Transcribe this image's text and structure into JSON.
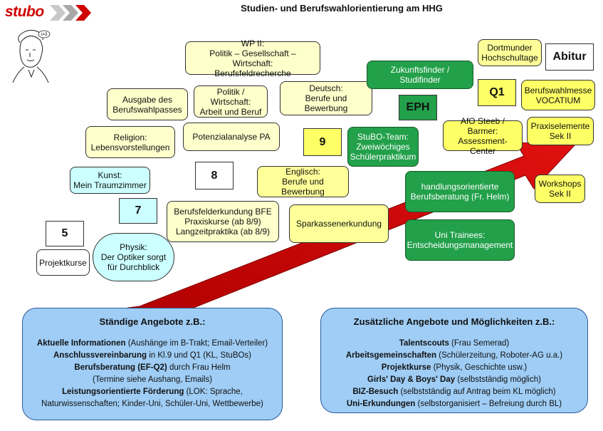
{
  "header": {
    "logo": "stubo",
    "title": "Studien- und Berufswahlorientierung am HHG"
  },
  "grades": {
    "g5": "5",
    "g7": "7",
    "g8": "8",
    "g9": "9",
    "eph": "EPH",
    "q1": "Q1",
    "abitur": "Abitur"
  },
  "boxes": {
    "wp2": "WP II:\nPolitik – Gesellschaft – Wirtschaft:\nBerufsfeldrecherche",
    "ausgabe": "Ausgabe des\nBerufswahlpasses",
    "politik": "Politik / Wirtschaft:\nArbeit und Beruf",
    "deutsch": "Deutsch:\nBerufe und Bewerbung",
    "religion": "Religion:\nLebensvorstellungen",
    "potenzial": "Potenzialanalyse PA",
    "kunst": "Kunst:\nMein Traumzimmer",
    "englisch": "Englisch:\nBerufe und Bewerbung",
    "bfe": "Berufsfelderkundung BFE\nPraxiskurse (ab 8/9)\nLangzeitpraktika (ab 8/9)",
    "projektkurse": "Projektkurse",
    "physik": "Physik:\nDer Optiker sorgt\nfür Durchblick",
    "sparkasse": "Sparkassenerkundung",
    "zukunftsfinder": "Zukunftsfinder / Studifinder",
    "stubo_team": "StuBO-Team:\nZweiwöchiges\nSchülerpraktikum",
    "handlung": "handlungsorientierte\nBerufsberatung (Fr. Helm)",
    "uni_trainees": "Uni Trainees:\nEntscheidungsmanagement",
    "dortmunder": "Dortmunder\nHochschultage",
    "vocatium": "Berufswahlmesse\nVOCATIUM",
    "afo": "AfO Steeb / Barmer:\nAssessment-Center",
    "praxis": "Praxiselemente\nSek II",
    "workshops": "Workshops\nSek II"
  },
  "left_panel": {
    "heading": "Ständige Angebote z.B.:",
    "lines": [
      {
        "bold": "Aktuelle Informationen",
        "rest": " (Aushänge im B-Trakt; Email-Verteiler)"
      },
      {
        "bold": "Anschlussvereinbarung",
        "rest": " in Kl.9 und Q1 (KL, StuBOs)"
      },
      {
        "bold": "Berufsberatung (EF-Q2)",
        "rest": " durch Frau Helm"
      },
      {
        "bold": "",
        "rest": "(Termine siehe Aushang, Emails)"
      },
      {
        "bold": "Leistungsorientierte Förderung",
        "rest": " (LOK: Sprache,"
      },
      {
        "bold": "",
        "rest": "Naturwissenschaften; Kinder-Uni, Schüler-Uni, Wettbewerbe)"
      }
    ]
  },
  "right_panel": {
    "heading": "Zusätzliche Angebote und Möglichkeiten z.B.:",
    "lines": [
      {
        "bold": "Talentscouts",
        "rest": " (Frau Semerad)"
      },
      {
        "bold": "Arbeitsgemeinschaften",
        "rest": " (Schülerzeitung, Roboter-AG u.a.)"
      },
      {
        "bold": "Projektkurse",
        "rest": " (Physik, Geschichte usw.)"
      },
      {
        "bold": "Girls' Day & Boys' Day",
        "rest": " (selbstständig möglich)"
      },
      {
        "bold": "BIZ-Besuch",
        "rest": " (selbstständig auf Antrag beim KL möglich)"
      },
      {
        "bold": "Uni-Erkundungen",
        "rest": " (selbstorganisiert – Befreiung durch BL)"
      }
    ]
  },
  "colors": {
    "arrow": "#cc0000",
    "logo_red": "#d00000",
    "panel_blue": "#9fcdf5",
    "box_green": "#22a04a",
    "box_yellow": "#ffff99"
  }
}
